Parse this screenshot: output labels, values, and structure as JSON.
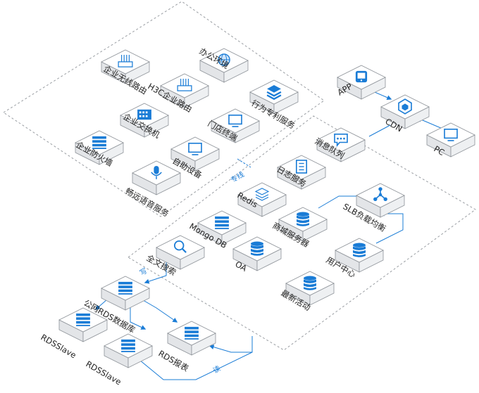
{
  "colors": {
    "accent": "#1a7cd6",
    "accent_light": "#cfe5fb",
    "box_top": "#ffffff",
    "box_left": "#e3e5e8",
    "box_right": "#eef0f2",
    "border": "#8d9298",
    "text": "#222222"
  },
  "nodes": [
    {
      "id": "wifi-router",
      "label": "企业无线路由",
      "icon": "wifi-router-icon"
    },
    {
      "id": "office-env",
      "label": "办公环境",
      "icon": "globe-icon"
    },
    {
      "id": "h3c-router",
      "label": "H3C企业路由",
      "icon": "router-icon"
    },
    {
      "id": "behavior-service",
      "label": "行为专利服务",
      "icon": "layers-icon"
    },
    {
      "id": "switch",
      "label": "企业交换机",
      "icon": "switch-icon"
    },
    {
      "id": "store-terminal",
      "label": "门店终端",
      "icon": "monitor-icon"
    },
    {
      "id": "firewall",
      "label": "企业防火墙",
      "icon": "firewall-icon"
    },
    {
      "id": "self-service",
      "label": "自助设备",
      "icon": "monitor-icon"
    },
    {
      "id": "voice-service",
      "label": "畅远语音服务",
      "icon": "microphone-icon"
    },
    {
      "id": "app",
      "label": "APP",
      "icon": "mobile-icon"
    },
    {
      "id": "cdn",
      "label": "CDN",
      "icon": "cdn-icon"
    },
    {
      "id": "pc",
      "label": "PC",
      "icon": "desktop-icon"
    },
    {
      "id": "message-queue",
      "label": "消息队列",
      "icon": "chat-icon"
    },
    {
      "id": "log-service",
      "label": "日志服务",
      "icon": "document-icon"
    },
    {
      "id": "slb",
      "label": "SLB负载均衡",
      "icon": "network-icon"
    },
    {
      "id": "redis",
      "label": "Redis",
      "icon": "redis-icon"
    },
    {
      "id": "mall-server",
      "label": "商城服务器",
      "icon": "database-icon"
    },
    {
      "id": "mongodb",
      "label": "Mongo DB",
      "icon": "server-rack-icon"
    },
    {
      "id": "user-center",
      "label": "用户中心",
      "icon": "database-icon"
    },
    {
      "id": "oa",
      "label": "OA",
      "icon": "database-icon"
    },
    {
      "id": "fulltext-search",
      "label": "全文搜索",
      "icon": "search-icon"
    },
    {
      "id": "latest-activity",
      "label": "最新活动",
      "icon": "database-icon"
    },
    {
      "id": "public-rds",
      "label": "公网RDS数据库",
      "icon": "server-rack-icon"
    },
    {
      "id": "rds-slave-1",
      "label": "RDSSlave",
      "icon": "server-rack-icon"
    },
    {
      "id": "rds-report",
      "label": "RDS报表",
      "icon": "server-rack-icon"
    },
    {
      "id": "rds-slave-2",
      "label": "RDSSlave",
      "icon": "server-rack-icon"
    }
  ],
  "edge_labels": {
    "dedicated_line": "专线",
    "write": "写",
    "read": "读"
  }
}
